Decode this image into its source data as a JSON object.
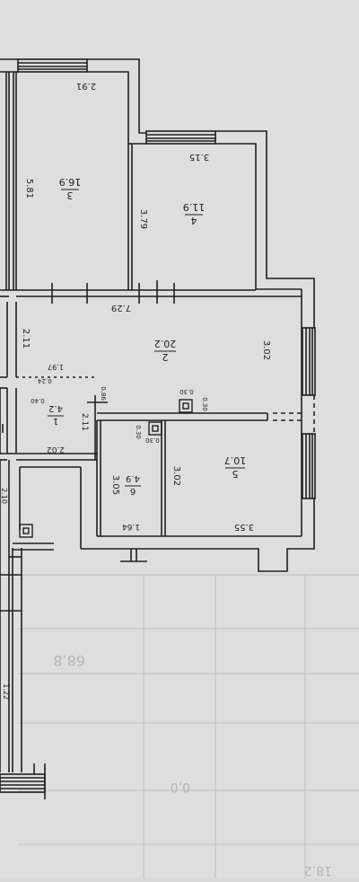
{
  "plan": {
    "rooms": [
      {
        "id": "3",
        "number": "3",
        "area": "16.9"
      },
      {
        "id": "4",
        "number": "4",
        "area": "11.9"
      },
      {
        "id": "2",
        "number": "2",
        "area": "20.2"
      },
      {
        "id": "1",
        "number": "1",
        "area": "4.2"
      },
      {
        "id": "6",
        "number": "6",
        "area": "4.9"
      },
      {
        "id": "5",
        "number": "5",
        "area": "10.7"
      }
    ],
    "dimensions": {
      "d_2_91": "2.91",
      "d_5_81": "5.81",
      "d_3_15": "3.15",
      "d_3_79": "3.79",
      "d_7_29": "7.29",
      "d_2_11_a": "2.11",
      "d_3_02_a": "3.02",
      "d_1_97": "1.97",
      "d_0_24": "0.24",
      "d_0_40": "0.40",
      "d_0_86": "0.86",
      "d_2_11_b": "2.11",
      "d_0_30_a": "0.30",
      "d_0_30_b": "0.30",
      "d_0_30_c": "0.30",
      "d_0_30_d": "0.30",
      "d_2_02": "2.02",
      "d_3_05": "3.05",
      "d_3_02_b": "3.02",
      "d_1_64": "1.64",
      "d_3_55": "3.55",
      "d_2_10": "2.10",
      "d_1_22": "1.22"
    },
    "faint_background": {
      "t1": "68.8",
      "t2": "0,0",
      "t3": "18.2"
    }
  }
}
